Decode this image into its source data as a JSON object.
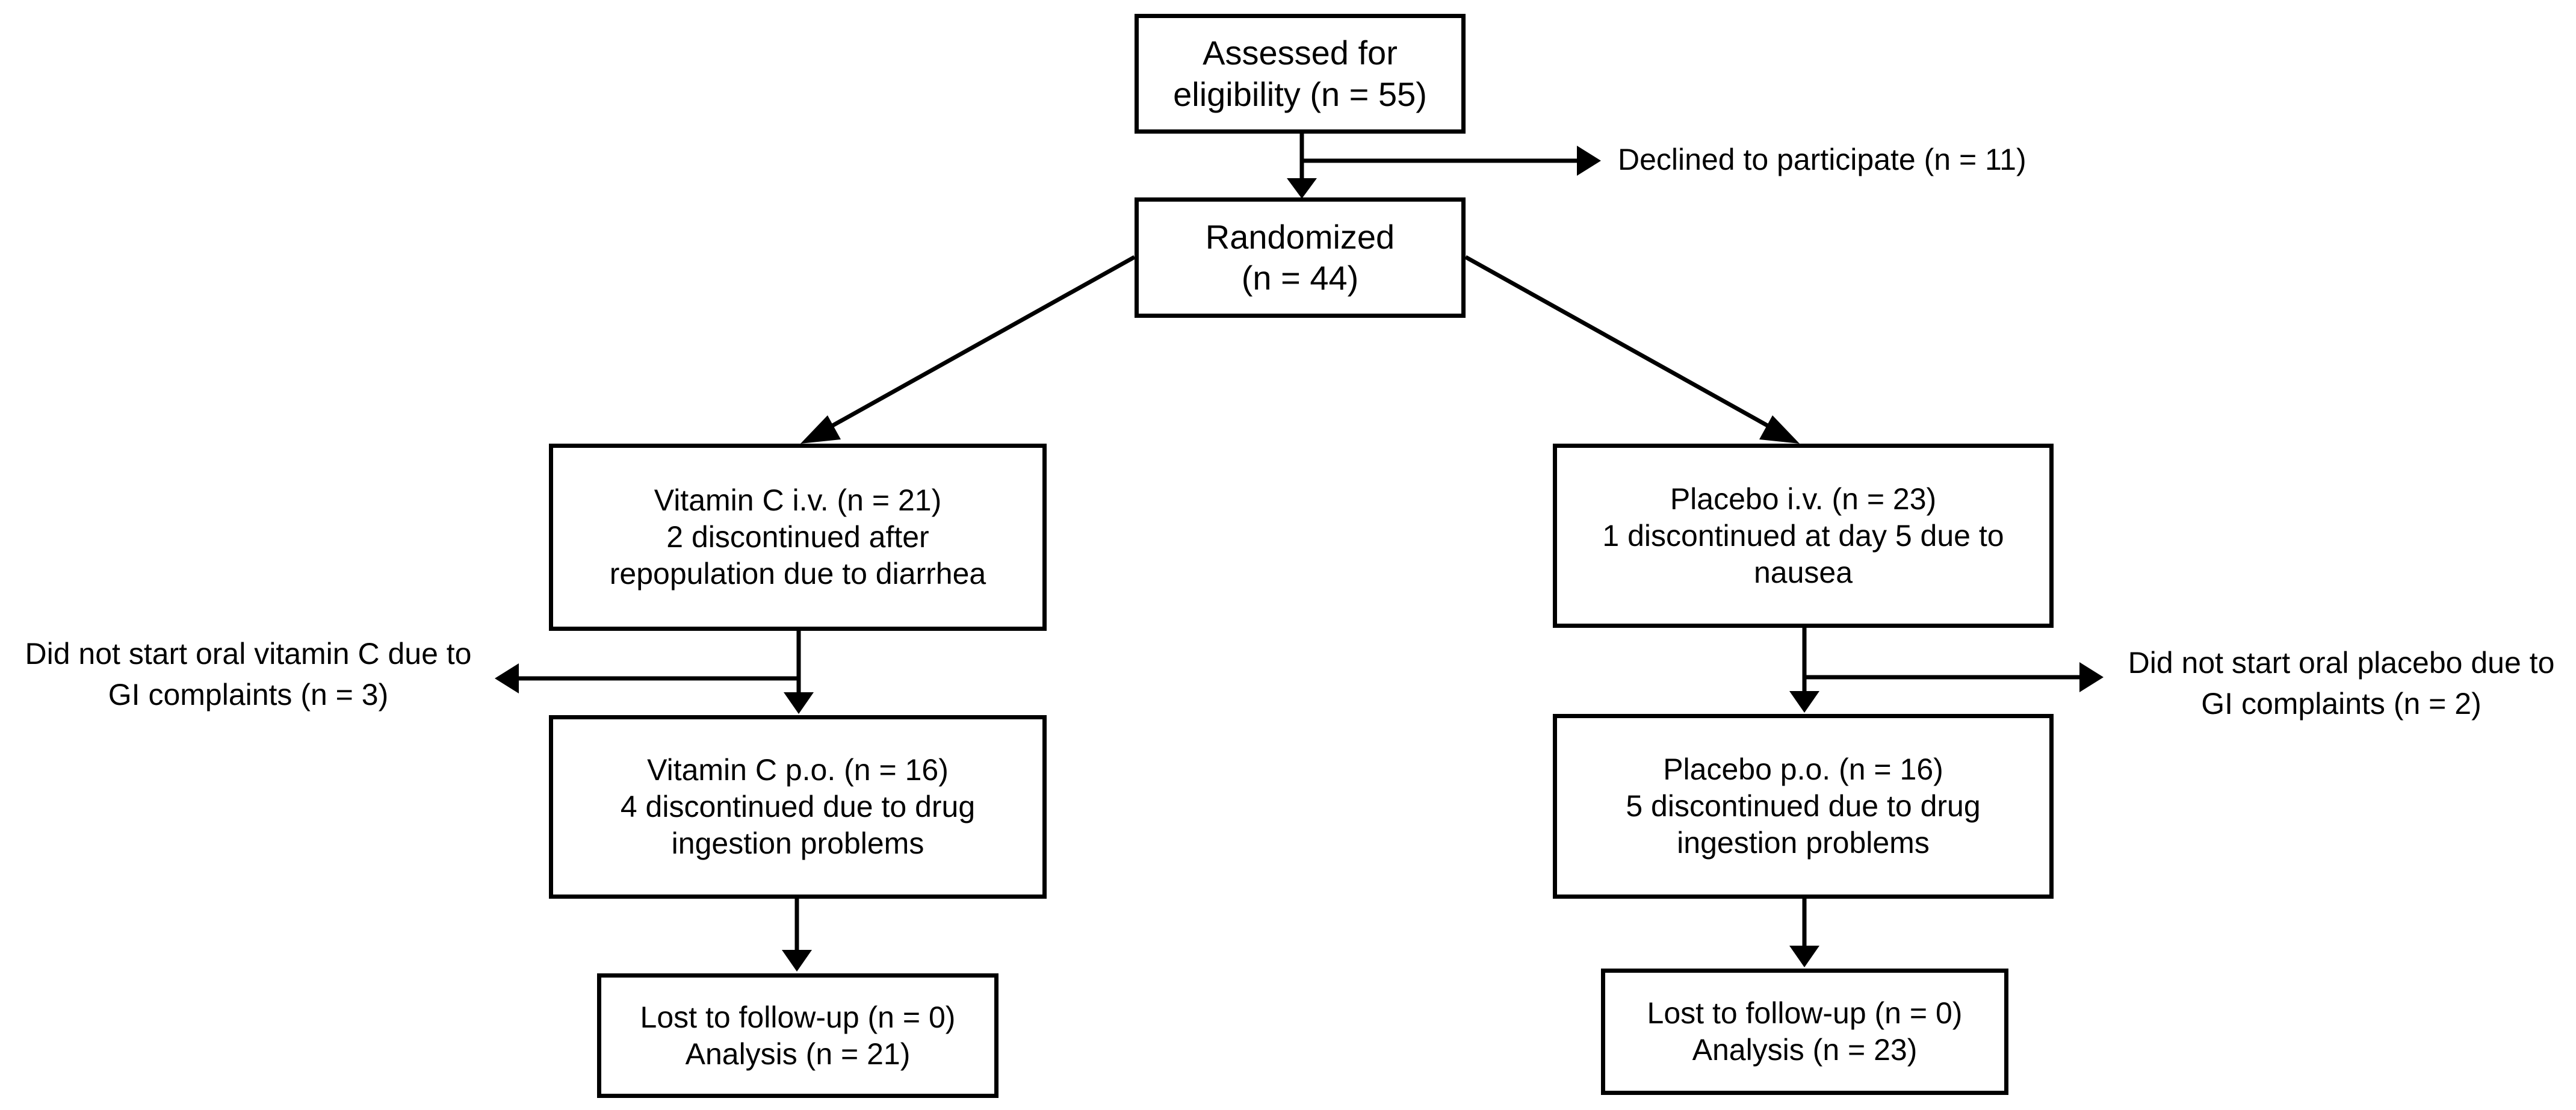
{
  "nodes": {
    "assessed": [
      "Assessed for",
      "eligibility (n = 55)"
    ],
    "randomized": [
      "Randomized",
      "(n = 44)"
    ],
    "vitc_iv": [
      "Vitamin C i.v. (n = 21)",
      "2 discontinued after",
      "repopulation due to diarrhea"
    ],
    "placebo_iv": [
      "Placebo  i.v. (n = 23)",
      "1 discontinued at day 5 due to",
      "nausea"
    ],
    "vitc_po": [
      "Vitamin C p.o.  (n = 16)",
      "4 discontinued due to drug",
      "ingestion problems"
    ],
    "placebo_po": [
      "Placebo  p.o.  (n = 16)",
      "5 discontinued due to drug",
      "ingestion problems"
    ],
    "lost_left": [
      "Lost to follow-up (n = 0)",
      "Analysis (n = 21)"
    ],
    "lost_right": [
      "Lost to follow-up (n = 0)",
      "Analysis (n = 23)"
    ]
  },
  "notes": {
    "declined": [
      "Declined to participate (n = 11)"
    ],
    "no_oral_vitc": [
      "Did not start oral vitamin C due to",
      "GI complaints (n = 3)"
    ],
    "no_oral_placebo": [
      "Did not start oral placebo due to",
      "GI complaints (n = 2)"
    ]
  }
}
